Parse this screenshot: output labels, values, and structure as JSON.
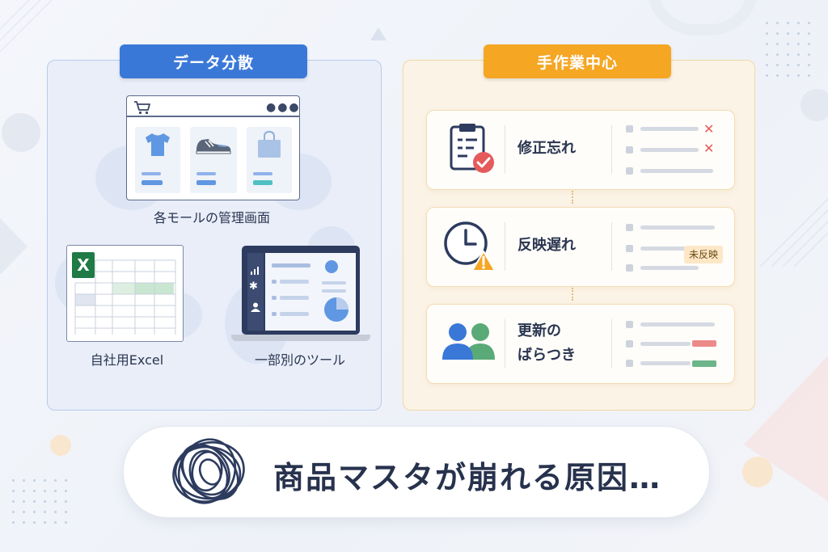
{
  "left_panel": {
    "title": "データ分散",
    "mall_caption": "各モールの管理画面",
    "excel_caption": "自社用Excel",
    "excel_logo": "X",
    "tool_caption": "一部別のツール"
  },
  "right_panel": {
    "title": "手作業中心",
    "issues": [
      {
        "label_lines": [
          "修正忘れ"
        ],
        "icon": "clipboard-check-icon"
      },
      {
        "label_lines": [
          "反映遅れ"
        ],
        "icon": "clock-warning-icon",
        "badge": "未反映"
      },
      {
        "label_lines": [
          "更新の",
          "ばらつき"
        ],
        "icon": "two-users-icon"
      }
    ]
  },
  "bottom": {
    "text": "商品マスタが崩れる原因…",
    "icon": "tangled-scribble-icon"
  },
  "colors": {
    "blue_accent": "#3a78d8",
    "orange_accent": "#f5a623",
    "error_red": "#e55a5a",
    "success_green": "#5aaa78"
  }
}
